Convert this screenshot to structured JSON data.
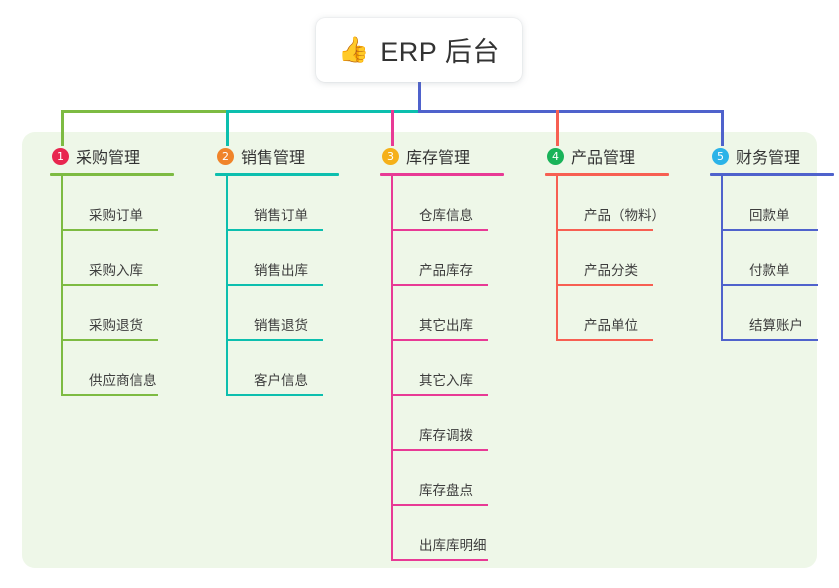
{
  "diagram": {
    "type": "org-tree",
    "root": {
      "emoji": "👍",
      "emoji_name": "thumbs-up-emoji",
      "title": "ERP 后台"
    },
    "panel_background": "#eef7e8",
    "columns": [
      {
        "index": "1",
        "label": "采购管理",
        "badge_color": "#e8264f",
        "accent": "#7dbb42",
        "connector_color": "#7dbb42",
        "items": [
          {
            "label": "采购订单"
          },
          {
            "label": "采购入库"
          },
          {
            "label": "采购退货"
          },
          {
            "label": "供应商信息"
          }
        ]
      },
      {
        "index": "2",
        "label": "销售管理",
        "badge_color": "#f0842a",
        "accent": "#0cbfae",
        "connector_color": "#0cbfae",
        "items": [
          {
            "label": "销售订单"
          },
          {
            "label": "销售出库"
          },
          {
            "label": "销售退货"
          },
          {
            "label": "客户信息"
          }
        ]
      },
      {
        "index": "3",
        "label": "库存管理",
        "badge_color": "#f5b01a",
        "accent": "#e83a95",
        "connector_color": "#e83a95",
        "items": [
          {
            "label": "仓库信息"
          },
          {
            "label": "产品库存"
          },
          {
            "label": "其它出库"
          },
          {
            "label": "其它入库"
          },
          {
            "label": "库存调拨"
          },
          {
            "label": "库存盘点"
          },
          {
            "label": "出库库明细"
          }
        ]
      },
      {
        "index": "4",
        "label": "产品管理",
        "badge_color": "#19b359",
        "accent": "#f75f52",
        "connector_color": "#f75f52",
        "items": [
          {
            "label": "产品（物料）"
          },
          {
            "label": "产品分类"
          },
          {
            "label": "产品单位"
          }
        ]
      },
      {
        "index": "5",
        "label": "财务管理",
        "badge_color": "#2bb3e8",
        "accent": "#4f62cc",
        "connector_color": "#4f62cc",
        "items": [
          {
            "label": "回款单"
          },
          {
            "label": "付款单"
          },
          {
            "label": "结算账户"
          }
        ]
      }
    ],
    "trunk_color": "#4f62cc",
    "bus_segments": [
      {
        "color": "#7dbb42"
      },
      {
        "color": "#0cbfae"
      },
      {
        "color": "#4f62cc"
      }
    ]
  }
}
